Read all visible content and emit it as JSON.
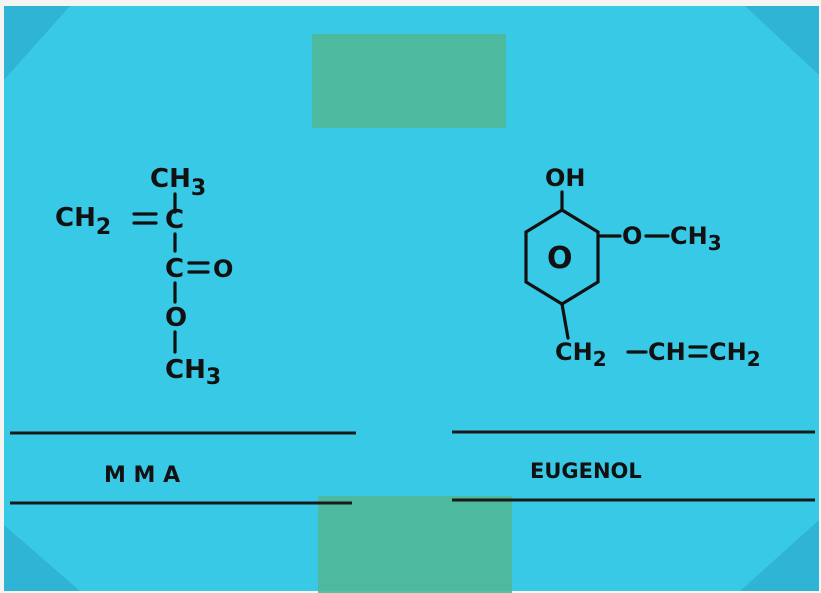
{
  "colors": {
    "background": "#38c9e6",
    "corner_shade": "#2fb4d6",
    "tape": "#4fb99a",
    "ink": "#111111"
  },
  "mma": {
    "caption": "M M A",
    "atoms": {
      "top_methyl_c": "CH",
      "top_methyl_sub": "3",
      "methylene_c": "CH",
      "methylene_sub": "2",
      "alpha_c": "C",
      "carbonyl_c": "C",
      "carbonyl_o": "O",
      "ester_o": "O",
      "bottom_methyl_c": "CH",
      "bottom_methyl_sub": "3"
    }
  },
  "eugenol": {
    "caption": "EUGENOL",
    "atoms": {
      "hydroxyl": "OH",
      "ring_label": "O",
      "methoxy_o": "O",
      "methoxy_c": "CH",
      "methoxy_sub": "3",
      "allyl_ch2": "CH",
      "allyl_ch2_sub": "2",
      "allyl_ch": "CH",
      "allyl_end": "CH",
      "allyl_end_sub": "2"
    }
  }
}
